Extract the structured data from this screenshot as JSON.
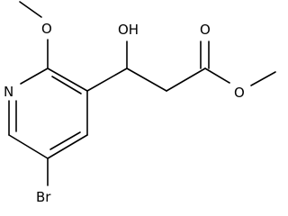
{
  "diagram": {
    "type": "chemical-structure",
    "atoms": {
      "nitrogen": "N",
      "bromine": "Br",
      "methoxy_oxygen": "O",
      "hydroxyl": "OH",
      "carbonyl_oxygen": "O",
      "ester_oxygen": "O"
    }
  }
}
